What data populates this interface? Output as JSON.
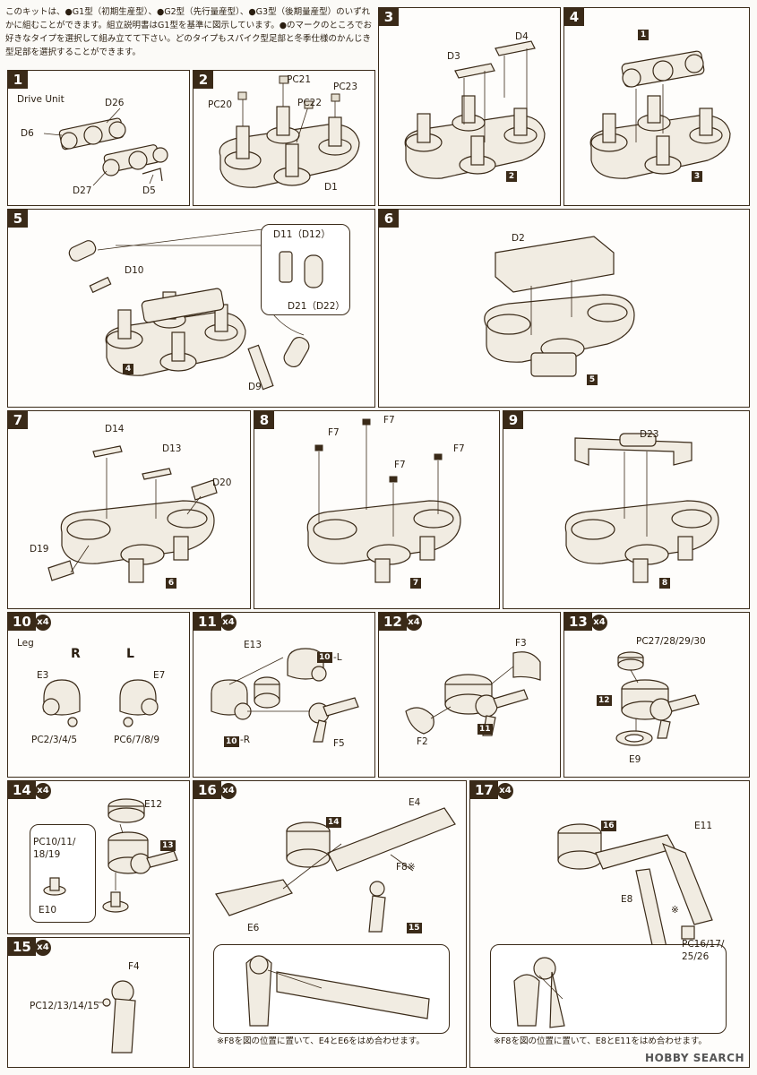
{
  "intro": "このキットは、●G1型（初期生産型）、●G2型（先行量産型）、●G3型（後期量産型）のいずれかに組むことができます。組立説明書はG1型を基準に図示しています。●のマークのところでお好きなタイプを選択して組み立てて下さい。どのタイプもスパイク型足部と冬季仕様のかんじき型足部を選択することができます。",
  "steps": {
    "s1": {
      "num": "1",
      "labels": [
        "Drive Unit",
        "D26",
        "D6",
        "D27",
        "D5"
      ]
    },
    "s2": {
      "num": "2",
      "labels": [
        "PC21",
        "PC22",
        "PC23",
        "PC20",
        "D1"
      ]
    },
    "s3": {
      "num": "3",
      "labels": [
        "D4",
        "D3"
      ],
      "ref": "2"
    },
    "s4": {
      "num": "4",
      "labels": [],
      "refs": [
        "1",
        "3"
      ]
    },
    "s5": {
      "num": "5",
      "labels": [
        "D10",
        "D11（D12）",
        "D21（D22）",
        "D9"
      ],
      "ref": "4"
    },
    "s6": {
      "num": "6",
      "labels": [
        "D2"
      ],
      "ref": "5"
    },
    "s7": {
      "num": "7",
      "labels": [
        "D14",
        "D13",
        "D20",
        "D19"
      ],
      "ref": "6"
    },
    "s8": {
      "num": "8",
      "labels": [
        "F7",
        "F7",
        "F7",
        "F7"
      ],
      "ref": "7"
    },
    "s9": {
      "num": "9",
      "labels": [
        "D23"
      ],
      "ref": "8"
    },
    "s10": {
      "num": "10",
      "mult": "x4",
      "labels": [
        "Leg",
        "R",
        "L",
        "E3",
        "E7",
        "PC2/3/4/5",
        "PC6/7/8/9"
      ]
    },
    "s11": {
      "num": "11",
      "mult": "x4",
      "labels": [
        "E13",
        "-L",
        "-R",
        "F5"
      ],
      "refs": [
        "10",
        "10"
      ]
    },
    "s12": {
      "num": "12",
      "mult": "x4",
      "labels": [
        "F3",
        "F2"
      ],
      "ref": "11"
    },
    "s13": {
      "num": "13",
      "mult": "x4",
      "labels": [
        "PC27/28/29/30",
        "E9"
      ],
      "ref": "12"
    },
    "s14": {
      "num": "14",
      "mult": "x4",
      "labels": [
        "E12",
        "PC10/11/",
        "18/19",
        "E10"
      ],
      "ref": "13"
    },
    "s15": {
      "num": "15",
      "mult": "x4",
      "labels": [
        "F4",
        "PC12/13/14/15"
      ]
    },
    "s16": {
      "num": "16",
      "mult": "x4",
      "labels": [
        "E4",
        "F8※",
        "E6"
      ],
      "refs": [
        "14",
        "15"
      ],
      "note": "※F8を図の位置に置いて、E4とE6をはめ合わせます。"
    },
    "s17": {
      "num": "17",
      "mult": "x4",
      "labels": [
        "E11",
        "E8",
        "PC16/17/",
        "25/26",
        "※"
      ],
      "ref": "16",
      "note": "※F8を図の位置に置いて、E8とE11をはめ合わせます。"
    }
  },
  "watermark": "HOBBY SEARCH"
}
